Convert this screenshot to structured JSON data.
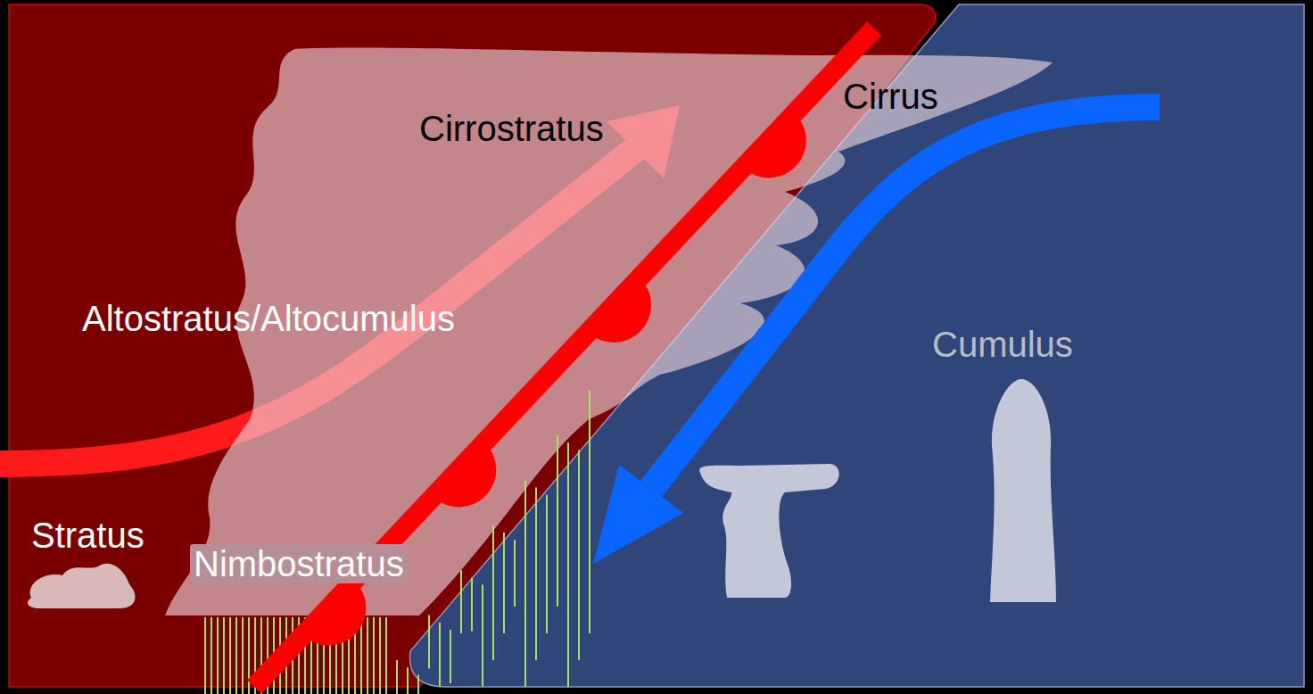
{
  "diagram": {
    "labels": [
      "Cirrus",
      "Cirrostratus",
      "Altostratus/Altocumulus",
      "Cumulus",
      "Stratus",
      "Nimbostratus"
    ]
  }
}
